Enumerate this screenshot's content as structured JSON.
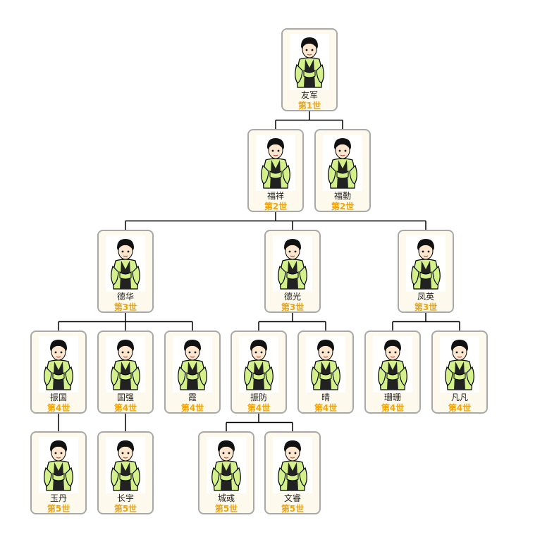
{
  "tree": {
    "members": [
      {
        "id": "m1",
        "name": "友军",
        "generation": "第1世",
        "parent": null
      },
      {
        "id": "m2",
        "name": "福祥",
        "generation": "第2世",
        "parent": "m1"
      },
      {
        "id": "m3",
        "name": "福勤",
        "generation": "第2世",
        "parent": "m1"
      },
      {
        "id": "m4",
        "name": "德华",
        "generation": "第3世",
        "parent": "m2"
      },
      {
        "id": "m5",
        "name": "德光",
        "generation": "第3世",
        "parent": "m2"
      },
      {
        "id": "m6",
        "name": "凤英",
        "generation": "第3世",
        "parent": "m2"
      },
      {
        "id": "m7",
        "name": "振国",
        "generation": "第4世",
        "parent": "m4"
      },
      {
        "id": "m8",
        "name": "国强",
        "generation": "第4世",
        "parent": "m4"
      },
      {
        "id": "m9",
        "name": "霞",
        "generation": "第4世",
        "parent": "m4"
      },
      {
        "id": "m10",
        "name": "振防",
        "generation": "第4世",
        "parent": "m5"
      },
      {
        "id": "m11",
        "name": "晴",
        "generation": "第4世",
        "parent": "m5"
      },
      {
        "id": "m12",
        "name": "珊珊",
        "generation": "第4世",
        "parent": "m6"
      },
      {
        "id": "m13",
        "name": "凡凡",
        "generation": "第4世",
        "parent": "m6"
      },
      {
        "id": "m14",
        "name": "玉丹",
        "generation": "第5世",
        "parent": "m7"
      },
      {
        "id": "m15",
        "name": "长宇",
        "generation": "第5世",
        "parent": "m8"
      },
      {
        "id": "m16",
        "name": "城彧",
        "generation": "第5世",
        "parent": "m10"
      },
      {
        "id": "m17",
        "name": "文睿",
        "generation": "第5世",
        "parent": "m10"
      }
    ]
  },
  "colors": {
    "generation_text": "#f0a30a",
    "card_border": "#a9a9a9",
    "card_background": "#fdf9ec",
    "robe": "#d4f08a",
    "connector": "#000000"
  },
  "icons": {
    "portrait": "scholar-avatar-icon"
  }
}
